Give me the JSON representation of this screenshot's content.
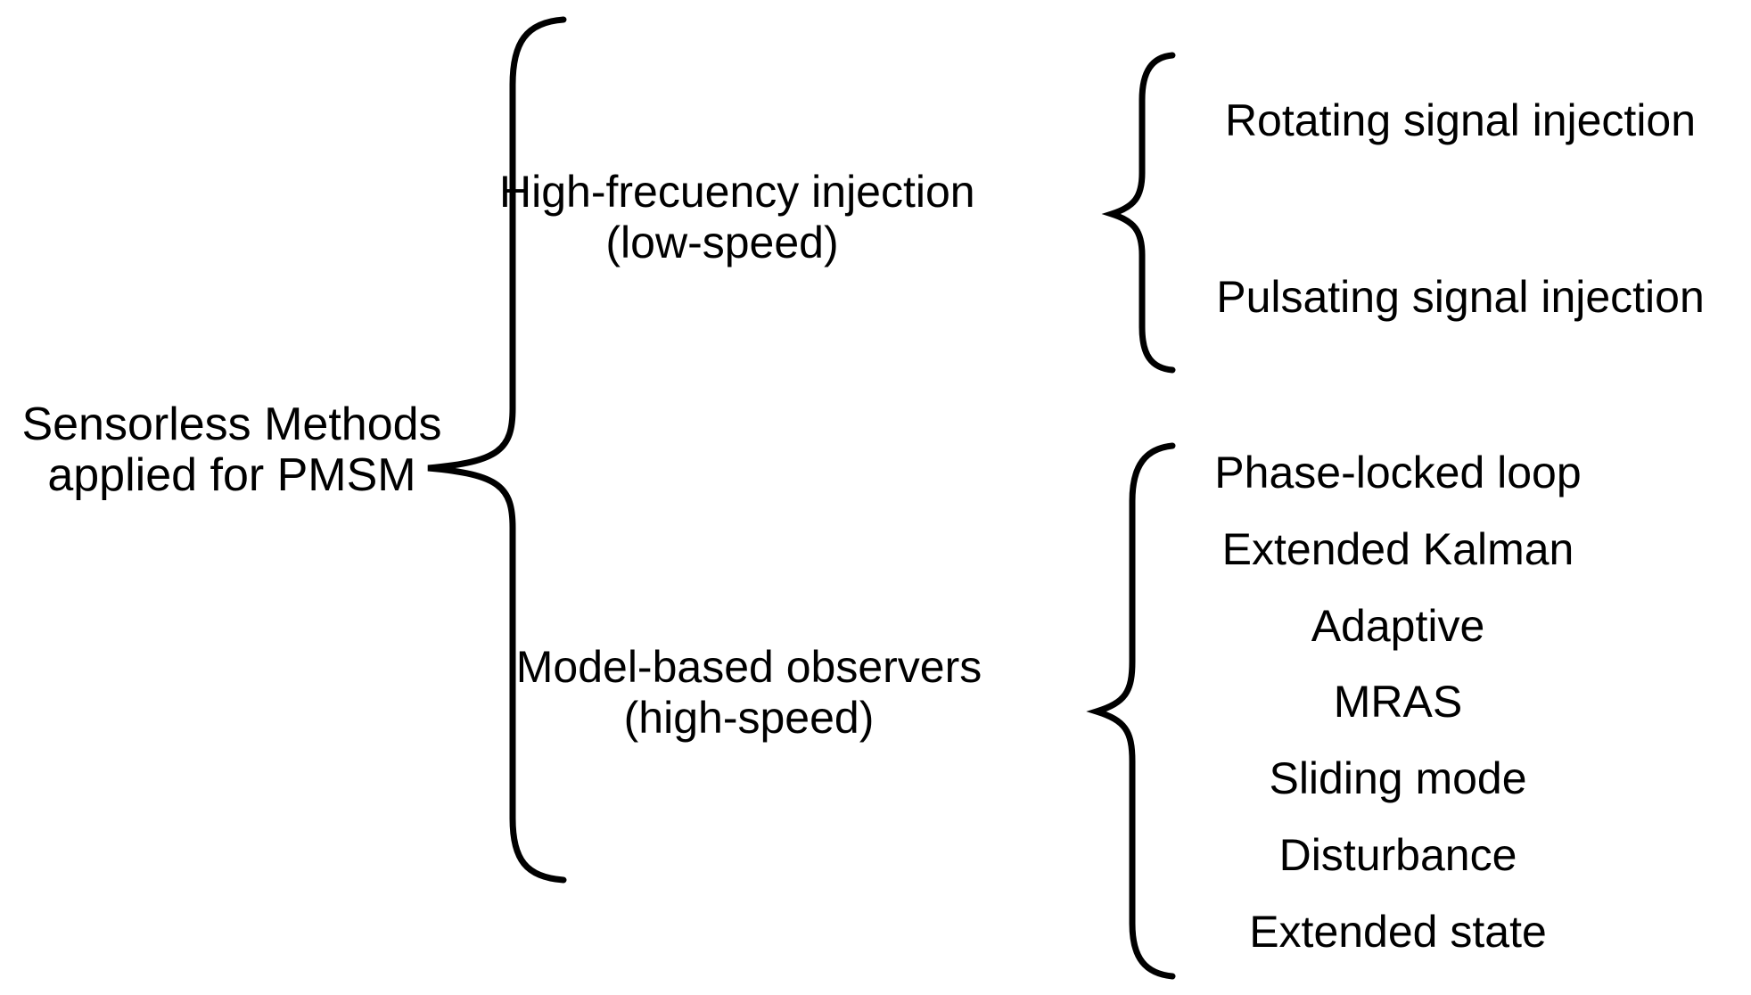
{
  "canvas": {
    "background": "#ffffff",
    "ink": "#000000"
  },
  "root": {
    "line1": "Sensorless Methods",
    "line2": "applied for PMSM"
  },
  "groups": [
    {
      "label_line1": "High-frecuency injection",
      "label_line2": "(low-speed)",
      "children": [
        "Rotating signal injection",
        "Pulsating signal injection"
      ]
    },
    {
      "label_line1": "Model-based observers",
      "label_line2": "(high-speed)",
      "children": [
        "Phase-locked loop",
        "Extended Kalman",
        "Adaptive",
        "MRAS",
        "Sliding mode",
        "Disturbance",
        "Extended state"
      ]
    }
  ]
}
